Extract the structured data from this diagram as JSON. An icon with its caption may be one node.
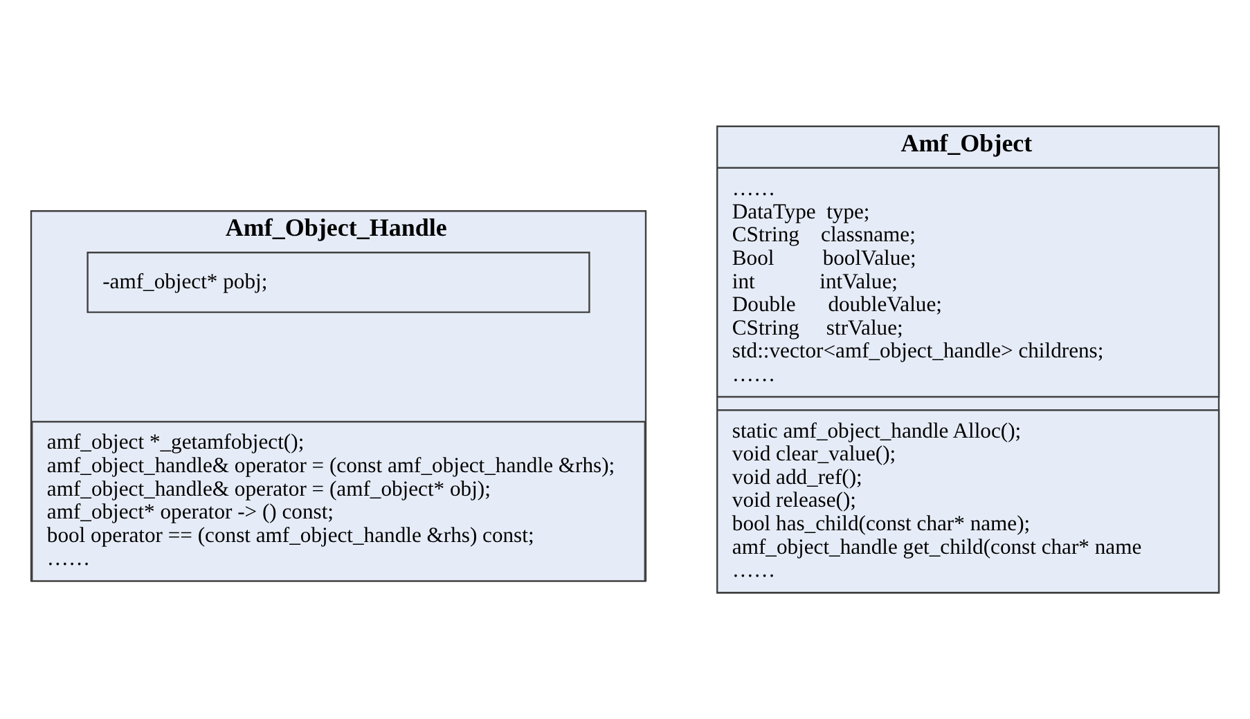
{
  "diagram": {
    "nodes": [
      {
        "text": [
          "Amf_Object_Handle"
        ]
      },
      {
        "text": [
          "-amf_object* pobj;"
        ],
        "in": 0
      },
      {
        "text": [
          "amf_object *_getamfobject();",
          "amf_object_handle& operator = (const amf_object_handle &rhs);",
          "amf_object_handle& operator = (amf_object* obj);",
          "amf_object* operator -> () const;",
          "bool operator == (const amf_object_handle &rhs) const;",
          "……"
        ],
        "in": 0
      },
      {
        "text": [
          "Amf_Object"
        ]
      },
      {
        "text": [
          "……",
          "DataType  type;",
          "CString    classname;",
          "Bool         boolValue;",
          "int            intValue;",
          "Double      doubleValue;",
          "CString     strValue;",
          "std::vector<amf_object_handle> childrens;",
          "……"
        ],
        "in": 3
      },
      {
        "text": [
          "static amf_object_handle Alloc();",
          "void clear_value();",
          "void add_ref();",
          "void release();",
          "bool has_child(const char* name);",
          "amf_object_handle get_child(const char* name",
          "……"
        ],
        "in": 3
      }
    ],
    "edges": []
  }
}
